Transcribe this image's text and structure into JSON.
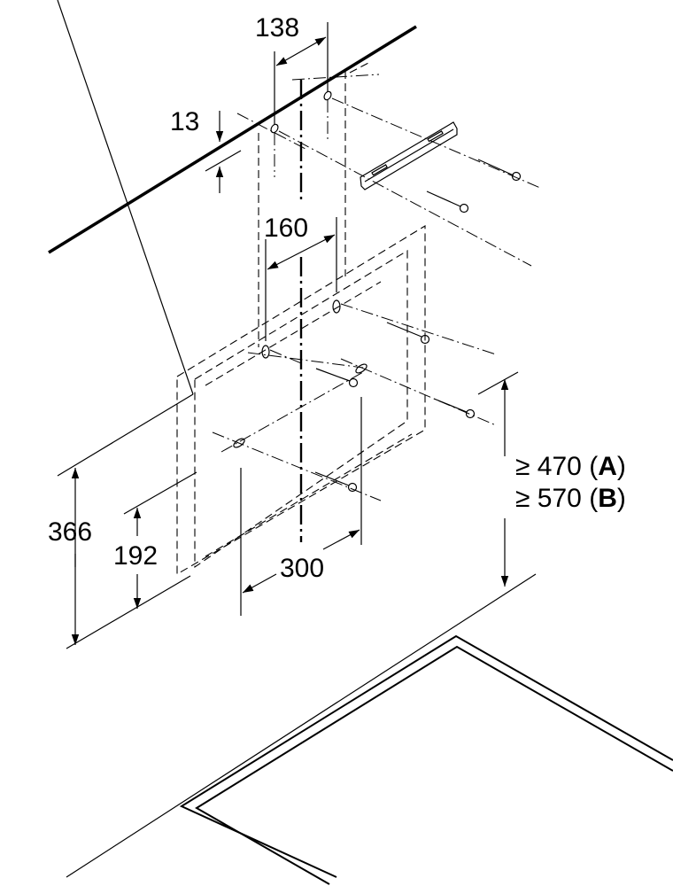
{
  "dimensions": {
    "hole_spacing_top": "138",
    "hole_offset_top": "13",
    "hole_spacing_middle": "160",
    "height_total": "366",
    "height_lower": "192",
    "hole_spacing_bottom": "300"
  },
  "clearance": {
    "line_a_value": "≥ 470",
    "line_a_option": "A",
    "line_b_value": "≥ 570",
    "line_b_option": "B"
  }
}
